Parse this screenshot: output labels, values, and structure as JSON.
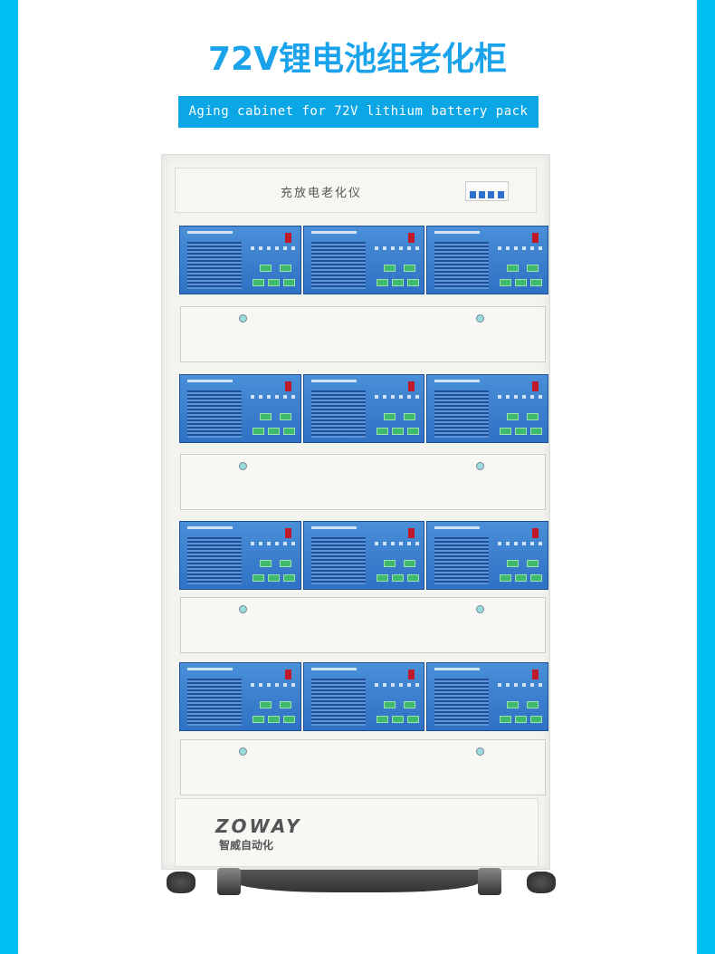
{
  "header": {
    "title": "72V锂电池组老化柜",
    "subtitle": "Aging cabinet for 72V lithium battery pack"
  },
  "cabinet": {
    "panel_label": "充放电老化仪",
    "brand_logo": "ZOWAY",
    "brand_cn": "智威自动化",
    "module_rows": 4,
    "modules_per_row": 3
  },
  "colors": {
    "side_bar": "#00bef2",
    "title": "#1aa2ea",
    "module_blue": "#3a80cf"
  }
}
